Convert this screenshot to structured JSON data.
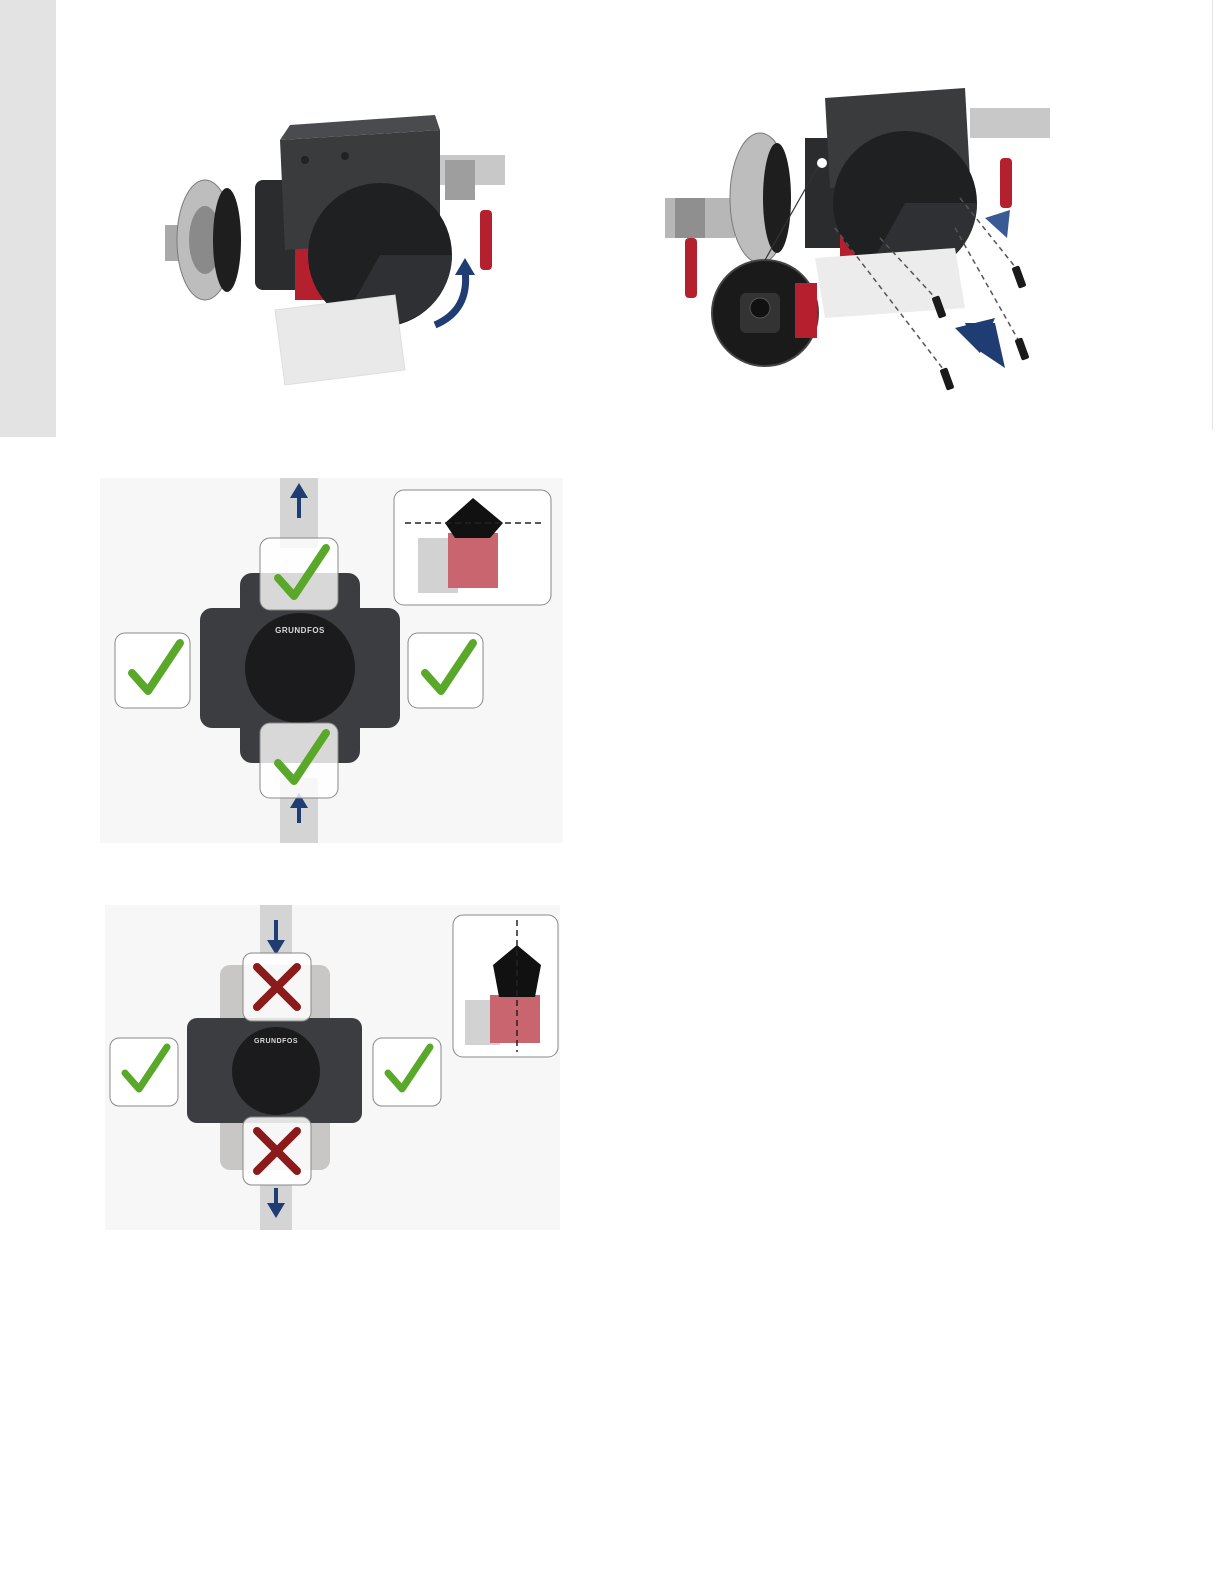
{
  "brand": {
    "name": "GRUNDFOS"
  },
  "figures": [
    {
      "id": "fig-pump-tilt-control-box",
      "content": "pump head rotated with arrow toward control box"
    },
    {
      "id": "fig-pump-screws-mount",
      "content": "pump head mounted with four screws and detail callout"
    },
    {
      "id": "fig-orientation-horizontal-ok",
      "content": "four allowed control box positions"
    },
    {
      "id": "fig-orientation-vertical",
      "content": "two allowed and two not allowed control box positions"
    }
  ],
  "colors": {
    "sidebar": "#e3e3e3",
    "pump_dark": "#3a3b3d",
    "pump_accent": "#b5202e",
    "arrow_blue": "#1f3c73",
    "check_green": "#5aa82a",
    "cross_red": "#8b1b1b"
  },
  "icons": [
    "check-icon",
    "cross-icon",
    "arrow-icon",
    "screw-icon",
    "grundfos-logo-icon"
  ]
}
